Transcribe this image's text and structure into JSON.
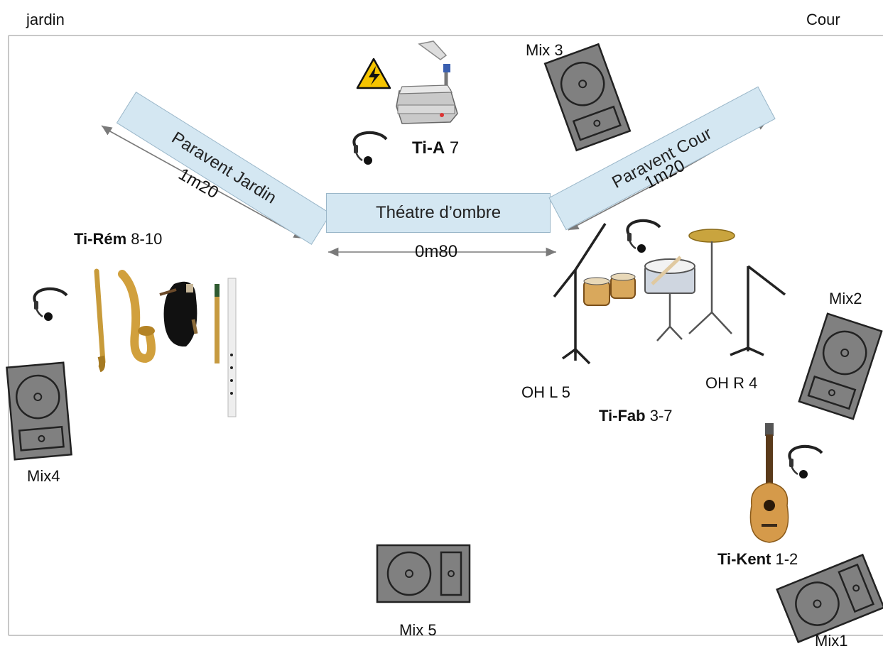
{
  "corners": {
    "left": "jardin",
    "right": "Cour"
  },
  "panels": {
    "jardin": {
      "label": "Paravent Jardin",
      "dimension": "1m20"
    },
    "center": {
      "label": "Théatre d’ombre",
      "dimension": "0m80"
    },
    "cour": {
      "label": "Paravent Cour",
      "dimension": "1m20"
    }
  },
  "performers": {
    "ti_a": {
      "name": "Ti-A",
      "channels": "7"
    },
    "ti_rem": {
      "name": "Ti-Rém",
      "channels": "8-10"
    },
    "ti_fab": {
      "name": "Ti-Fab",
      "channels": "3-7"
    },
    "ti_kent": {
      "name": "Ti-Kent",
      "channels": "1-2"
    }
  },
  "overheads": {
    "left": "OH L 5",
    "right": "OH R 4"
  },
  "monitors": {
    "mix1": "Mix1",
    "mix2": "Mix2",
    "mix3": "Mix 3",
    "mix4": "Mix4",
    "mix5": "Mix 5"
  },
  "colors": {
    "panel_fill": "#d4e7f2",
    "monitor_fill": "#808080",
    "stage_border": "#b5b5b5",
    "arrow": "#7a7a7a",
    "warning_yellow": "#f5c400"
  }
}
